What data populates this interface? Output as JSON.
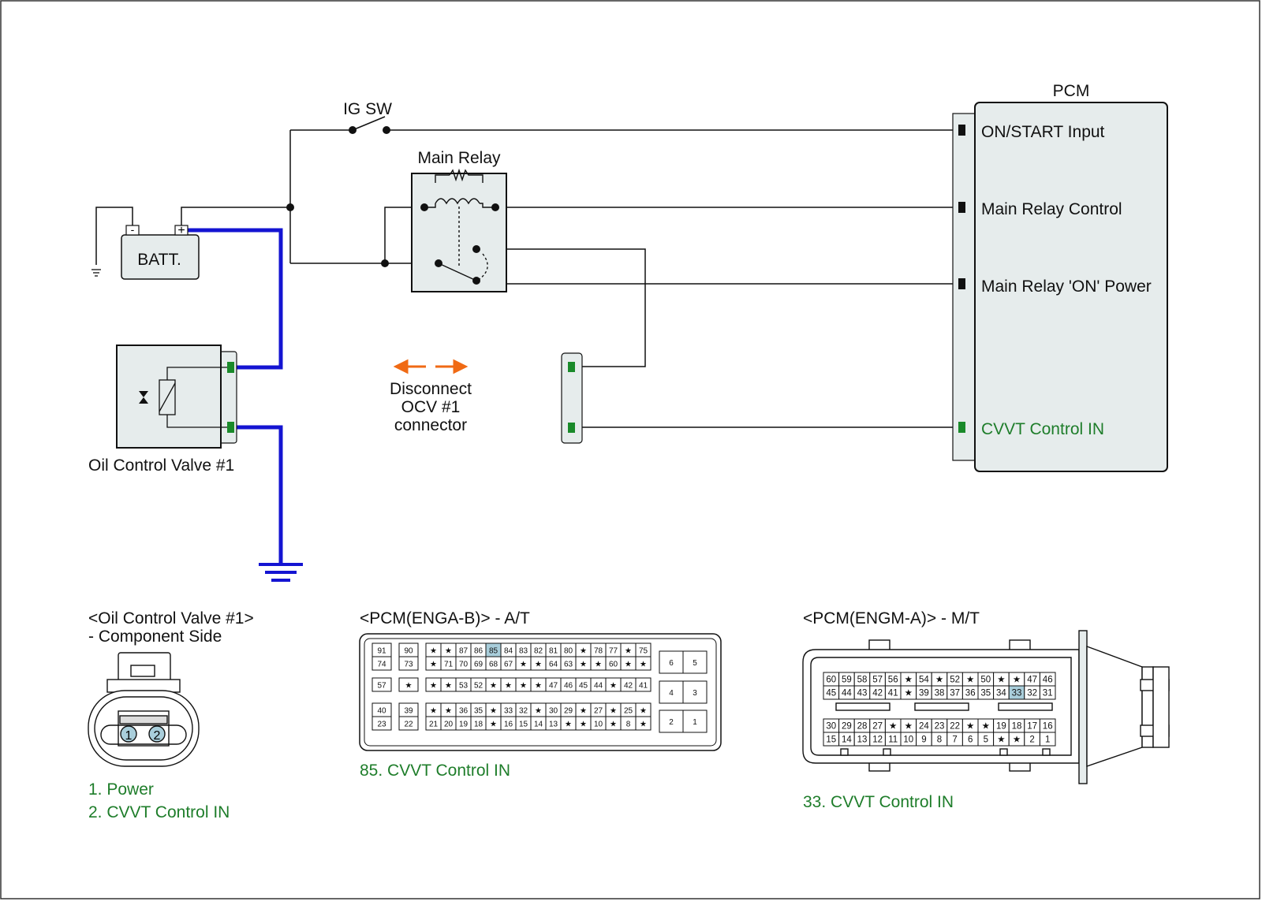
{
  "labels": {
    "ig_sw": "IG SW",
    "main_relay": "Main Relay",
    "batt": "BATT.",
    "batt_neg": "-",
    "batt_pos": "+",
    "pcm": "PCM",
    "pcm_pins": [
      "ON/START Input",
      "Main Relay Control",
      "Main Relay 'ON' Power",
      "CVVT Control IN"
    ],
    "disconnect_note": [
      "Disconnect",
      "OCV #1",
      "connector"
    ],
    "ocv": "Oil Control Valve #1"
  },
  "connectors": {
    "ocv": {
      "title": "<Oil Control Valve #1>",
      "subtitle": "- Component Side",
      "pins": [
        "1",
        "2"
      ],
      "legend": [
        "1. Power",
        "2. CVVT Control IN"
      ]
    },
    "enga": {
      "title": "<PCM(ENGA-B)> - A/T",
      "legend": "85. CVVT Control IN",
      "highlight": "85",
      "blocks": [
        [
          [
            "91",
            "90"
          ],
          [
            "74",
            "73"
          ]
        ],
        [
          [
            "57",
            "★"
          ]
        ],
        [
          [
            "40",
            "39"
          ],
          [
            "23",
            "22"
          ]
        ]
      ],
      "main_rows": [
        [
          "★",
          "★",
          "87",
          "86",
          "85",
          "84",
          "83",
          "82",
          "81",
          "80",
          "★",
          "78",
          "77",
          "★",
          "75"
        ],
        [
          "★",
          "71",
          "70",
          "69",
          "68",
          "67",
          "★",
          "★",
          "64",
          "63",
          "★",
          "★",
          "60",
          "★",
          "★"
        ],
        [
          "★",
          "★",
          "53",
          "52",
          "★",
          "★",
          "★",
          "★",
          "47",
          "46",
          "45",
          "44",
          "★",
          "42",
          "41"
        ],
        [
          "★",
          "★",
          "36",
          "35",
          "★",
          "33",
          "32",
          "★",
          "30",
          "29",
          "★",
          "27",
          "★",
          "25",
          "★"
        ],
        [
          "21",
          "20",
          "19",
          "18",
          "★",
          "16",
          "15",
          "14",
          "13",
          "★",
          "★",
          "10",
          "★",
          "8",
          "★"
        ]
      ],
      "right_rows": [
        [
          "6",
          "5"
        ],
        [
          "4",
          "3"
        ],
        [
          "2",
          "1"
        ]
      ]
    },
    "engm": {
      "title": "<PCM(ENGM-A)> - M/T",
      "legend": "33. CVVT Control IN",
      "highlight": "33",
      "rows": [
        [
          "60",
          "59",
          "58",
          "57",
          "56",
          "★",
          "54",
          "★",
          "52",
          "★",
          "50",
          "★",
          "★",
          "47",
          "46"
        ],
        [
          "45",
          "44",
          "43",
          "42",
          "41",
          "★",
          "39",
          "38",
          "37",
          "36",
          "35",
          "34",
          "33",
          "32",
          "31"
        ],
        [
          "30",
          "29",
          "28",
          "27",
          "★",
          "★",
          "24",
          "23",
          "22",
          "★",
          "★",
          "19",
          "18",
          "17",
          "16"
        ],
        [
          "15",
          "14",
          "13",
          "12",
          "11",
          "10",
          "9",
          "8",
          "7",
          "6",
          "5",
          "★",
          "★",
          "2",
          "1"
        ]
      ]
    }
  },
  "colors": {
    "wire": "#111111",
    "highlight_wire": "#1414d2",
    "terminal": "#1a8a2a",
    "green_text": "#1e7d2a",
    "arrow": "#f06a14",
    "component_fill": "#e6ecec",
    "pin_highlight": "#a9cedb"
  }
}
